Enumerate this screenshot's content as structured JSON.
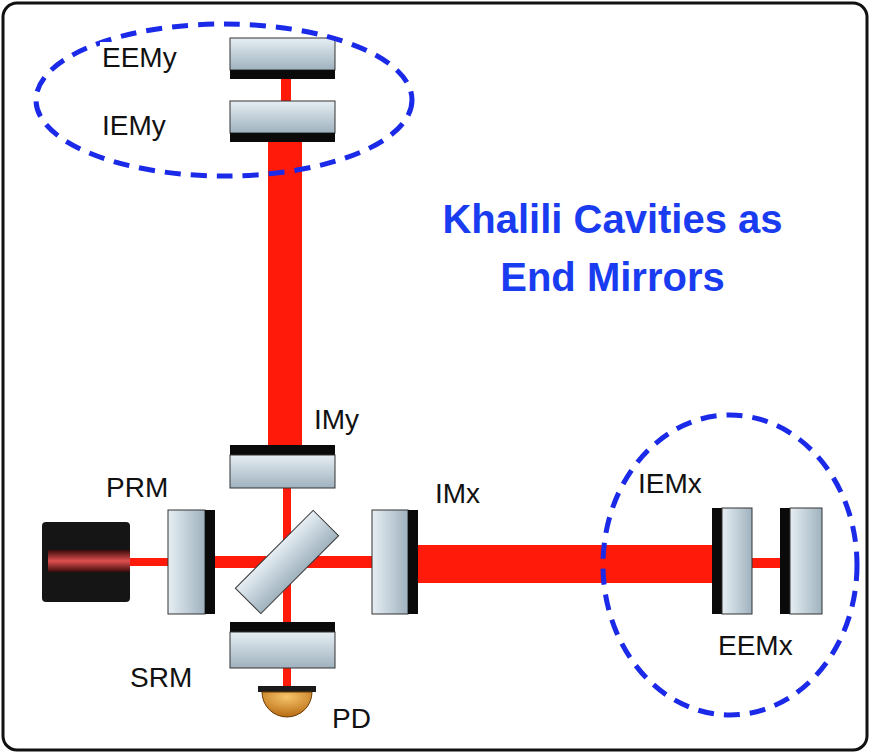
{
  "diagram": {
    "title": "Khalili Cavities as End Mirrors",
    "labels": [
      "EEMy",
      "IEMy",
      "IMy",
      "PRM",
      "IMx",
      "IEMx",
      "EEMx",
      "SRM",
      "PD"
    ]
  }
}
